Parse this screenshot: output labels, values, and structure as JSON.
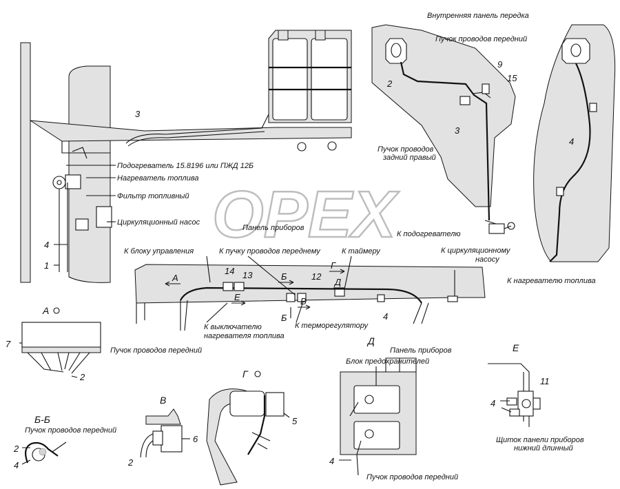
{
  "watermark": "OPEX",
  "labels": {
    "inner_panel": "Внутренняя панель передка",
    "front_harness_top": "Пучок проводов передний",
    "rear_right_harness_1": "Пучок проводов",
    "rear_right_harness_2": "задний правый",
    "heater": "Подогреватель 15.8196 или ПЖД 12Б",
    "fuel_heater": "Нагреватель топлива",
    "fuel_filter": "Фильтр топливный",
    "circ_pump": "Циркуляционный насос",
    "instrument_panel": "Панель приборов",
    "to_preheater": "К подогревателю",
    "to_circ_pump_1": "К циркуляционному",
    "to_circ_pump_2": "насосу",
    "to_control_unit": "К блоку управления",
    "to_front_harness": "К пучку проводов переднему",
    "to_timer": "К таймеру",
    "to_fuel_heater": "К нагревателю топлива",
    "to_switch_1": "К выключателю",
    "to_switch_2": "нагревателя топлива",
    "to_thermoregulator": "К терморегулятору",
    "front_harness_bottom": "Пучок проводов передний",
    "view_a": "А",
    "view_bb": "Б-Б",
    "bb_harness": "Пучок проводов передний",
    "view_v": "В",
    "view_g": "Г",
    "view_d": "Д",
    "d_panel": "Панель приборов",
    "fuse_block": "Блок предохранителей",
    "d_harness": "Пучок проводов передний",
    "view_e": "Е",
    "e_caption_1": "Щиток панели приборов",
    "e_caption_2": "нижний длинный",
    "arrow_a": "А",
    "arrow_b": "Б",
    "arrow_e": "Е",
    "arrow_v": "В",
    "arrow_b2": "Б",
    "arrow_g": "Г",
    "arrow_d": "Д"
  },
  "callouts": {
    "c3_top": "3",
    "c4_left": "4",
    "c1_left": "1",
    "c2_top": "2",
    "c9": "9",
    "c15": "15",
    "c3_right": "3",
    "c4_right": "4",
    "c14": "14",
    "c13": "13",
    "c12": "12",
    "c4_mid": "4",
    "c7": "7",
    "c2_a": "2",
    "c2_bb": "2",
    "c4_bb": "4",
    "c6": "6",
    "c2_v": "2",
    "c5": "5",
    "c4_d": "4",
    "c11": "11",
    "c4_e": "4"
  }
}
